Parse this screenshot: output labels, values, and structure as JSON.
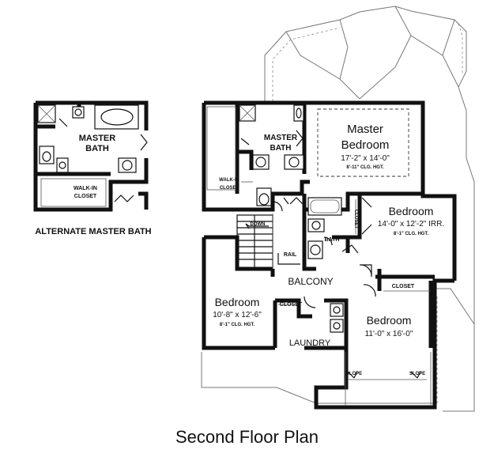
{
  "plan": {
    "caption": "Second Floor Plan",
    "alternate": {
      "title": "ALTERNATE MASTER BATH",
      "bath_line1": "MASTER",
      "bath_line2": "BATH",
      "closet_line1": "WALK-IN",
      "closet_line2": "CLOSET"
    },
    "rooms": {
      "master_bedroom": {
        "line1": "Master",
        "line2": "Bedroom",
        "size": "17'-2\" x 14'-0\"",
        "ceiling": "8'-11\" CLG. HGT."
      },
      "master_bath": {
        "line1": "MASTER",
        "line2": "BATH"
      },
      "walk_in_closet": {
        "line1": "WALK-IN",
        "line2": "CLOSET"
      },
      "bedroom_east": {
        "name": "Bedroom",
        "size": "14'-0\" x 12'-2\" IRR.",
        "ceiling": "8'-1\" CLG. HGT."
      },
      "bath": {
        "name": "BATH"
      },
      "closet_east": {
        "name": "CLOSET"
      },
      "closet_southeast": {
        "name": "CLOSET"
      },
      "closet_west": {
        "name": "CLOSET"
      },
      "balcony": {
        "name": "BALCONY"
      },
      "bedroom_west": {
        "name": "Bedroom",
        "size": "10'-8\" x 12'-6\"",
        "ceiling": "8'-1\" CLG. HGT."
      },
      "bedroom_south": {
        "name": "Bedroom",
        "size": "11'-0\" x 16'-0\""
      },
      "laundry": {
        "name": "LAUNDRY"
      }
    },
    "annotations": {
      "down": "DOWN",
      "rail": "RAIL",
      "slope_left": "SLOPE",
      "slope_right": "SLOPE"
    }
  }
}
